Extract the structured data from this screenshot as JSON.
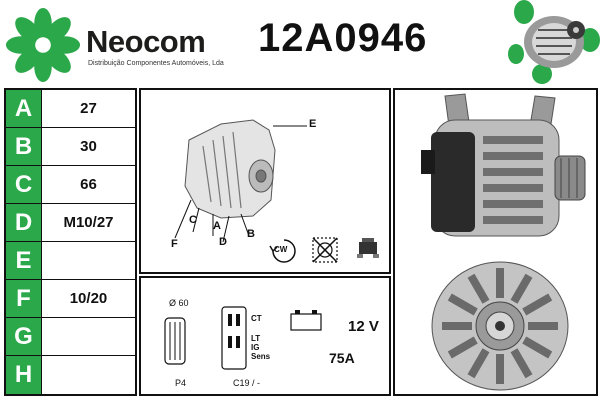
{
  "brand": {
    "name": "Neocom",
    "tagline": "Distribuição Componentes Automóveis, Lda",
    "color": "#2aa84a"
  },
  "part_number": "12A0946",
  "specs": [
    {
      "letter": "A",
      "value": "27"
    },
    {
      "letter": "B",
      "value": "30"
    },
    {
      "letter": "C",
      "value": "66"
    },
    {
      "letter": "D",
      "value": "M10/27"
    },
    {
      "letter": "E",
      "value": ""
    },
    {
      "letter": "F",
      "value": "10/20"
    },
    {
      "letter": "G",
      "value": ""
    },
    {
      "letter": "H",
      "value": ""
    }
  ],
  "diagram": {
    "labels": {
      "a": "A",
      "b": "B",
      "c": "C",
      "d": "D",
      "e": "E",
      "f": "F"
    },
    "rotation": "CW",
    "icons": [
      "alternator-outline-icon",
      "rotation-cw-icon",
      "no-vacuum-pump-icon",
      "connector-plug-icon"
    ]
  },
  "electrical": {
    "pulley_diameter": "Ø 60",
    "pulley_type": "P4",
    "connector_pins": [
      "CT",
      "LT",
      "IG",
      "Sens"
    ],
    "connector_code": "C19 / -",
    "voltage": "12 V",
    "amperage": "75A"
  }
}
